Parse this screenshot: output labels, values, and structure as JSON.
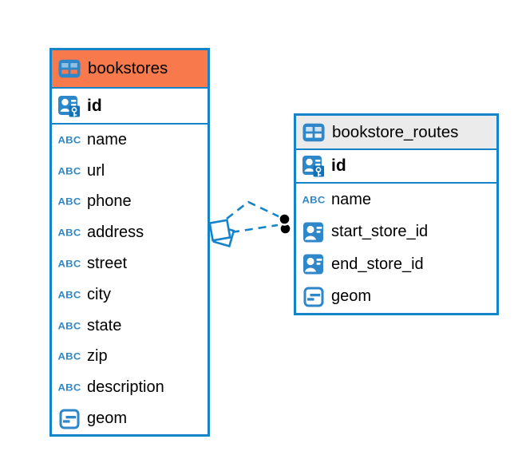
{
  "colors": {
    "accent_blue": "#1583c7",
    "icon_blue": "#2e87c9",
    "bookstores_header": "#f8794b",
    "routes_header": "#ebebeb",
    "connector_dot": "#000000",
    "background": "#ffffff",
    "text": "#000000"
  },
  "icons": {
    "table_icon": "table-grid",
    "primary_key_icon": "person-with-key",
    "foreign_key_icon": "person-card",
    "text_type_glyph": "ABC",
    "geometry_type_icon": "box-with-dashes"
  },
  "tables": [
    {
      "name": "bookstores",
      "primary_key": "id",
      "columns": [
        "name",
        "url",
        "phone",
        "address",
        "street",
        "city",
        "state",
        "zip",
        "description",
        "geom"
      ]
    },
    {
      "name": "bookstore_routes",
      "primary_key": "id",
      "columns": [
        "name",
        "start_store_id",
        "end_store_id",
        "geom"
      ]
    }
  ],
  "relationships": [
    {
      "from_table": "bookstores",
      "to_table": "bookstore_routes",
      "line_style": "dashed"
    },
    {
      "from_table": "bookstores",
      "to_table": "bookstore_routes",
      "line_style": "dashed"
    }
  ]
}
